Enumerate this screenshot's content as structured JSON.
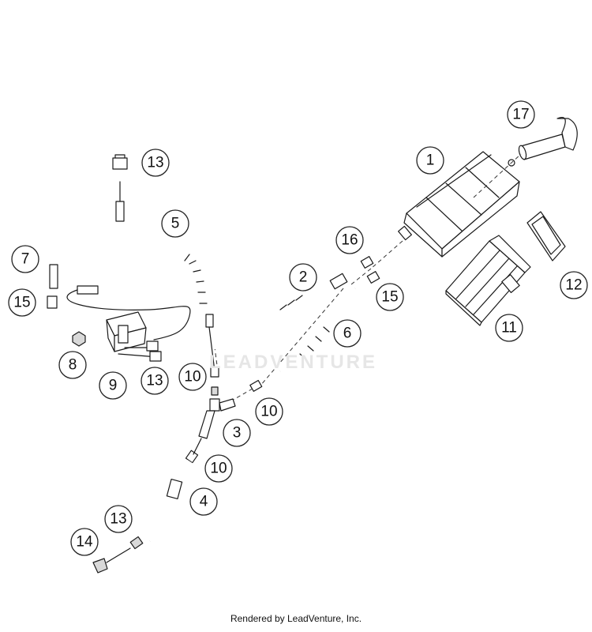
{
  "watermark": "LEADVENTURE",
  "footer": "Rendered by LeadVenture, Inc.",
  "callouts": {
    "c1": "1",
    "c2": "2",
    "c3": "3",
    "c4": "4",
    "c5": "5",
    "c6": "6",
    "c7": "7",
    "c8": "8",
    "c9": "9",
    "c10a": "10",
    "c10b": "10",
    "c10c": "10",
    "c11": "11",
    "c12": "12",
    "c13a": "13",
    "c13b": "13",
    "c13c": "13",
    "c14": "14",
    "c15a": "15",
    "c15b": "15",
    "c16": "16",
    "c17": "17"
  }
}
